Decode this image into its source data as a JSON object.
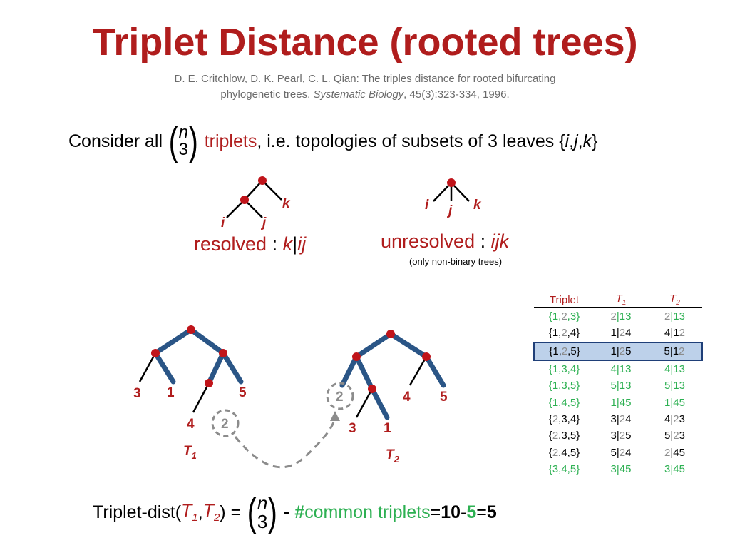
{
  "title": "Triplet Distance (rooted trees)",
  "citation": {
    "line1": "D. E. Critchlow, D. K. Pearl, C. L. Qian: The triples distance for rooted bifurcating",
    "line2_pre": "phylogenetic trees. ",
    "line2_journal": "Systematic Biology",
    "line2_post": ", 45(3):323-334, 1996."
  },
  "consider": {
    "pre": "Consider all",
    "binom_top": "n",
    "binom_bottom": "3",
    "triplets": "triplets",
    "mid": ", i.e. topologies of subsets of 3 leaves {",
    "i": "i",
    "comma1": ",",
    "j": "j",
    "comma2": ",",
    "k": "k",
    "post": "}"
  },
  "resolved": {
    "label": "resolved",
    "colon": " : ",
    "k": "k",
    "bar": "|",
    "ij": "ij",
    "leaf_i": "i",
    "leaf_j": "j",
    "leaf_k": "k"
  },
  "unresolved": {
    "label": "unresolved",
    "colon": " : ",
    "ijk": "ijk",
    "note": "(only non-binary trees)",
    "leaf_i": "i",
    "leaf_j": "j",
    "leaf_k": "k"
  },
  "table": {
    "headers": [
      "Triplet",
      "T1",
      "T2"
    ],
    "rows": [
      {
        "triplet": "{1,2,3}",
        "t1": "2|13",
        "t2": "2|13",
        "common": true
      },
      {
        "triplet": "{1,2,4}",
        "t1": "1|24",
        "t2": "4|12",
        "common": false
      },
      {
        "triplet": "{1,2,5}",
        "t1": "1|25",
        "t2": "5|12",
        "common": false,
        "highlight": true
      },
      {
        "triplet": "{1,3,4}",
        "t1": "4|13",
        "t2": "4|13",
        "common": true
      },
      {
        "triplet": "{1,3,5}",
        "t1": "5|13",
        "t2": "5|13",
        "common": true
      },
      {
        "triplet": "{1,4,5}",
        "t1": "1|45",
        "t2": "1|45",
        "common": true
      },
      {
        "triplet": "{2,3,4}",
        "t1": "3|24",
        "t2": "4|23",
        "common": false
      },
      {
        "triplet": "{2,3,5}",
        "t1": "3|25",
        "t2": "5|23",
        "common": false
      },
      {
        "triplet": "{2,4,5}",
        "t1": "5|24",
        "t2": "2|45",
        "common": false
      },
      {
        "triplet": "{3,4,5}",
        "t1": "3|45",
        "t2": "3|45",
        "common": true
      }
    ]
  },
  "tree1": {
    "name": "T",
    "sub": "1",
    "leaves": [
      "3",
      "1",
      "5",
      "4",
      "2"
    ]
  },
  "tree2": {
    "name": "T",
    "sub": "2",
    "leaves": [
      "2",
      "4",
      "5",
      "3",
      "1"
    ]
  },
  "formula": {
    "pre": "Triplet-dist(",
    "t": "T",
    "sub1": "1",
    "sep": " , ",
    "sub2": "2",
    "close": ") =",
    "binom_top": "n",
    "binom_bottom": "3",
    "minus": " - ",
    "hash": "#",
    "common": " common triplets",
    "eq1": " = ",
    "ten": "10",
    "minus2": " - ",
    "five": "5",
    "eq2": " = ",
    "result": "5"
  },
  "colors": {
    "title_red": "#b01d1d",
    "edge_blue": "#2a5586",
    "node_red": "#c0141a",
    "green": "#2db052",
    "grey": "#8c8c8c",
    "highlight_fill": "#bdd1ea",
    "highlight_border": "#1f3f78"
  }
}
